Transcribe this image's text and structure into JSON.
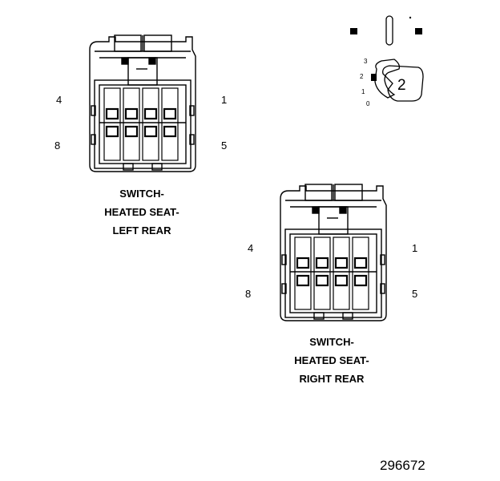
{
  "connector_left": {
    "pin_labels": {
      "top_left": "4",
      "top_right": "1",
      "bottom_left": "8",
      "bottom_right": "5"
    },
    "caption": {
      "line1": "SWITCH-",
      "line2": "HEATED SEAT-",
      "line3": "LEFT REAR"
    }
  },
  "connector_right": {
    "pin_labels": {
      "top_left": "4",
      "top_right": "1",
      "bottom_left": "8",
      "bottom_right": "5"
    },
    "caption": {
      "line1": "SWITCH-",
      "line2": "HEATED SEAT-",
      "line3": "RIGHT REAR"
    }
  },
  "switch_icon": {
    "positions": [
      "3",
      "2",
      "1",
      "0"
    ],
    "knob_number": "2"
  },
  "figure_number": "296672"
}
